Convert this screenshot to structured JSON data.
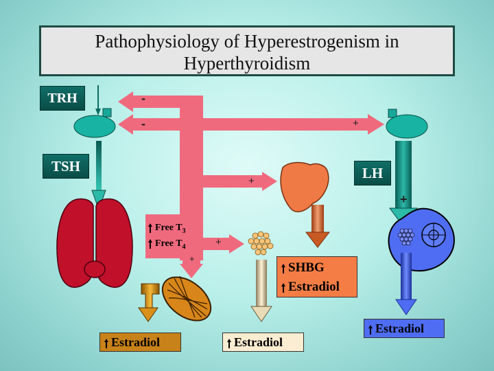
{
  "title": "Pathophysiology of Hyperestrogenism in Hyperthyroidism",
  "hormones": {
    "trh": "TRH",
    "tsh": "TSH",
    "lh": "LH"
  },
  "feedback": {
    "minus_trh": "-",
    "minus_pituitary": "-",
    "plus_lh": "+",
    "plus_liver": "+",
    "plus_adipose": "+",
    "plus_testis": "+",
    "plus_ovary": "+"
  },
  "free_t": {
    "free_t3_label": "Free T",
    "free_t3_sub": "3",
    "free_t4_label": "Free T",
    "free_t4_sub": "4"
  },
  "outputs": {
    "shbg": "SHBG",
    "estradiol_liver": "Estradiol",
    "estradiol_adrenal": "Estradiol",
    "estradiol_adipose": "Estradiol",
    "estradiol_ovary": "Estradiol"
  },
  "colors": {
    "pink_arrow": "#f06a7e",
    "teal": "#0f6f67",
    "thyroid": "#c0102a",
    "liver": "#f07a45",
    "ovary": "#4f6df2",
    "adrenal": "#d8901a"
  }
}
